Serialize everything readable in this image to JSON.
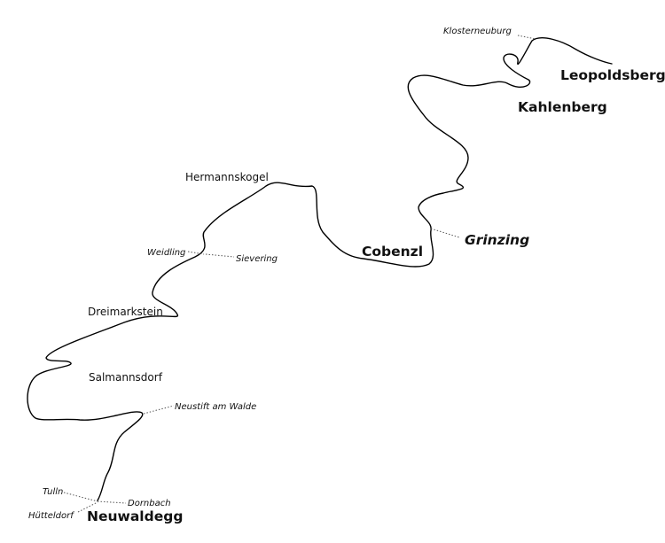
{
  "map": {
    "places": {
      "leopoldsberg": "Leopoldsberg",
      "kahlenberg": "Kahlenberg",
      "klosterneuburg": "Klosterneuburg",
      "cobenzl": "Cobenzl",
      "grinzing": "Grinzing",
      "hermannskogel": "Hermannskogel",
      "weidling": "Weidling",
      "sievering": "Sievering",
      "dreimarkstein": "Dreimarkstein",
      "salmannsdorf": "Salmannsdorf",
      "neustift": "Neustift am Walde",
      "tulln": "Tulln",
      "dornbach": "Dornbach",
      "huetteldorf": "Hütteldorf",
      "neuwaldegg": "Neuwaldegg"
    },
    "colors": {
      "route": "#000000",
      "leader": "#555555",
      "text": "#111111",
      "background": "#ffffff"
    }
  }
}
